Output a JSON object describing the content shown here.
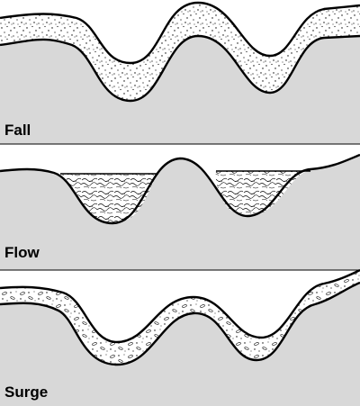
{
  "panels": [
    {
      "label": "Fall"
    },
    {
      "label": "Flow"
    },
    {
      "label": "Surge"
    }
  ],
  "colors": {
    "ground": "#d8d8d8",
    "deposit": "#ffffff",
    "outline": "#000000"
  }
}
